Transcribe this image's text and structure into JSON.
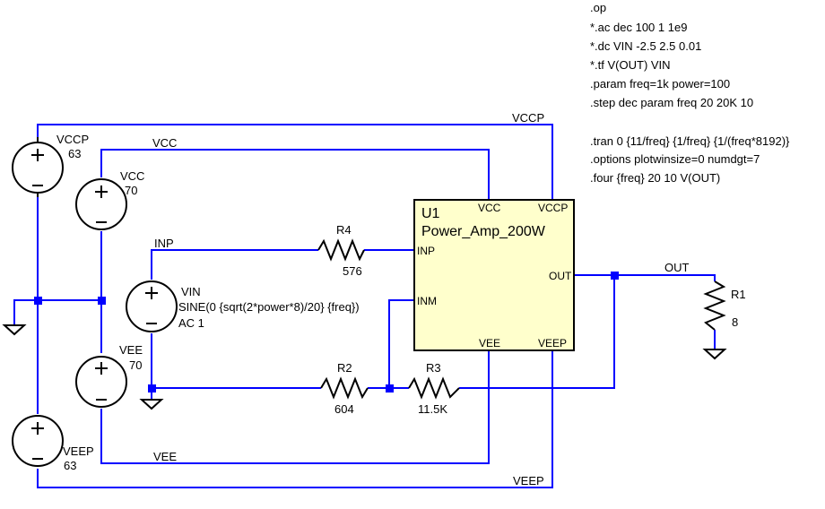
{
  "directives": [
    ".op",
    "*.ac dec 100 1 1e9",
    "*.dc VIN -2.5 2.5 0.01",
    "*.tf V(OUT) VIN",
    ".param freq=1k power=100",
    ".step dec param freq 20 20K 10",
    ".tran 0 {11/freq} {1/freq} {1/(freq*8192)}",
    ".options plotwinsize=0 numdgt=7",
    ".four {freq} 20 10 V(OUT)"
  ],
  "amplifier": {
    "ref": "U1",
    "model": "Power_Amp_200W",
    "pins": {
      "vcc": "VCC",
      "vccp": "VCCP",
      "inp": "INP",
      "inm": "INM",
      "out": "OUT",
      "vee": "VEE",
      "veep": "VEEP"
    }
  },
  "sources": {
    "vccp": {
      "name": "VCCP",
      "value": "63"
    },
    "vcc": {
      "name": "VCC",
      "value": "70"
    },
    "vee": {
      "name": "VEE",
      "value": "70"
    },
    "veep": {
      "name": "VEEP",
      "value": "63"
    },
    "vin": {
      "name": "VIN",
      "value": "SINE(0 {sqrt(2*power*8)/20} {freq})",
      "ac": "AC 1"
    }
  },
  "resistors": {
    "r4": {
      "name": "R4",
      "value": "576"
    },
    "r2": {
      "name": "R2",
      "value": "604"
    },
    "r3": {
      "name": "R3",
      "value": "11.5K"
    },
    "r1": {
      "name": "R1",
      "value": "8"
    }
  },
  "nets": {
    "vccp": "VCCP",
    "vcc": "VCC",
    "inp": "INP",
    "out": "OUT",
    "vee": "VEE",
    "veep": "VEEP"
  },
  "colors": {
    "wire": "#0000ff",
    "amp_fill": "#ffffcc",
    "component": "#000000"
  }
}
